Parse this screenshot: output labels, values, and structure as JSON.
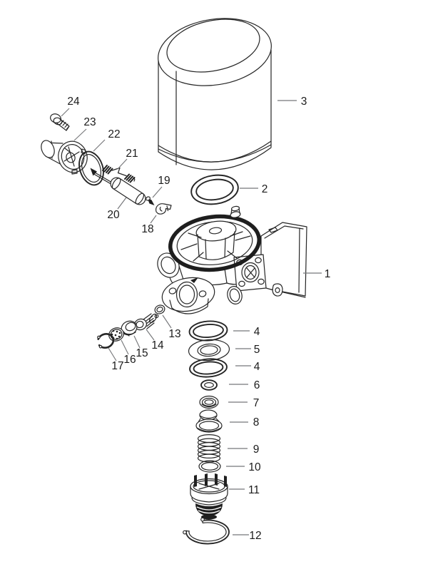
{
  "figure": {
    "type": "exploded-parts-diagram",
    "background_color": "#ffffff",
    "line_color": "#262626",
    "leader_line_color": "#76777a",
    "callout_text_color": "#1b1b1b",
    "callouts": {
      "c1": "1",
      "c2": "2",
      "c3": "3",
      "c4a": "4",
      "c4b": "4",
      "c5": "5",
      "c6": "6",
      "c7": "7",
      "c8": "8",
      "c9": "9",
      "c10": "10",
      "c11": "11",
      "c12": "12",
      "c13": "13",
      "c14": "14",
      "c15": "15",
      "c16": "16",
      "c17": "17",
      "c18": "18",
      "c19": "19",
      "c20": "20",
      "c21": "21",
      "c22": "22",
      "c23": "23",
      "c24": "24"
    }
  }
}
